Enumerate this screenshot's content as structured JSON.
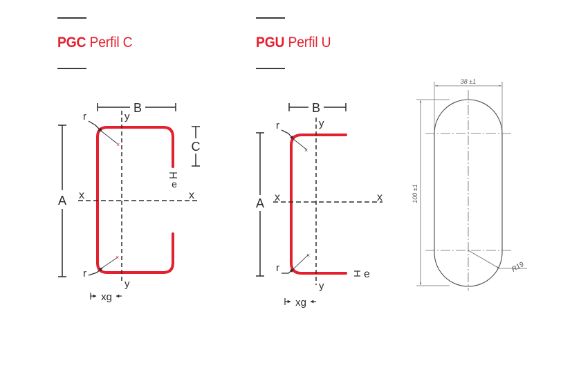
{
  "pgc": {
    "code": "PGC",
    "name": "Perfil C",
    "labels": {
      "A": "A",
      "B": "B",
      "C": "C",
      "e": "e",
      "r_top": "r",
      "r_bottom": "r",
      "x_left": "x",
      "x_right": "x",
      "y_top": "y",
      "y_bottom": "y",
      "xg": "xg"
    }
  },
  "pgu": {
    "code": "PGU",
    "name": "Perfil U",
    "labels": {
      "A": "A",
      "B": "B",
      "e": "e",
      "r_top": "r",
      "r_bottom": "r",
      "x_left": "x",
      "x_right": "x",
      "y_top": "y",
      "y_bottom": "y",
      "xg": "xg"
    }
  },
  "slot": {
    "width_label": "38 ±1",
    "height_label": "100 ±1",
    "radius_label": "R19"
  },
  "colors": {
    "accent": "#e4202f",
    "ink": "#2b2b2b",
    "rule": "#3a3a3a"
  }
}
